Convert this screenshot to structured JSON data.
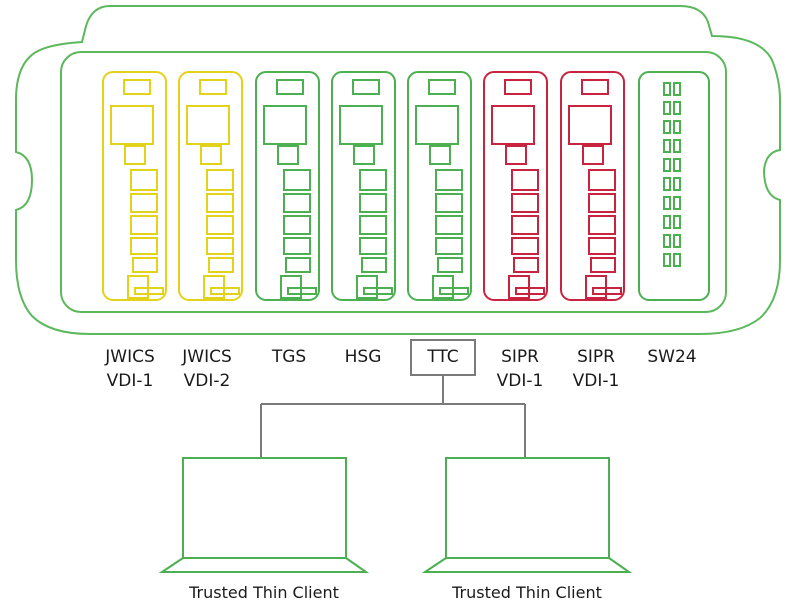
{
  "colors": {
    "chassis": "#5cb85c",
    "jwics": "#e3d21a",
    "green_blade": "#4caf50",
    "sipr": "#c8243f",
    "connector": "#7a7a7a",
    "text": "#1a1a1a"
  },
  "blades": [
    {
      "line1": "JWICS",
      "line2": "VDI-1",
      "color_key": "jwics"
    },
    {
      "line1": "JWICS",
      "line2": "VDI-2",
      "color_key": "jwics"
    },
    {
      "line1": "TGS",
      "line2": "",
      "color_key": "green_blade"
    },
    {
      "line1": "HSG",
      "line2": "",
      "color_key": "green_blade"
    },
    {
      "line1": "TTC",
      "line2": "",
      "color_key": "green_blade"
    },
    {
      "line1": "SIPR",
      "line2": "VDI-1",
      "color_key": "sipr"
    },
    {
      "line1": "SIPR",
      "line2": "VDI-1",
      "color_key": "sipr"
    }
  ],
  "switch": {
    "label": "SW24",
    "color_key": "green_blade"
  },
  "clients": [
    {
      "label": "Trusted Thin Client"
    },
    {
      "label": "Trusted Thin Client"
    }
  ]
}
